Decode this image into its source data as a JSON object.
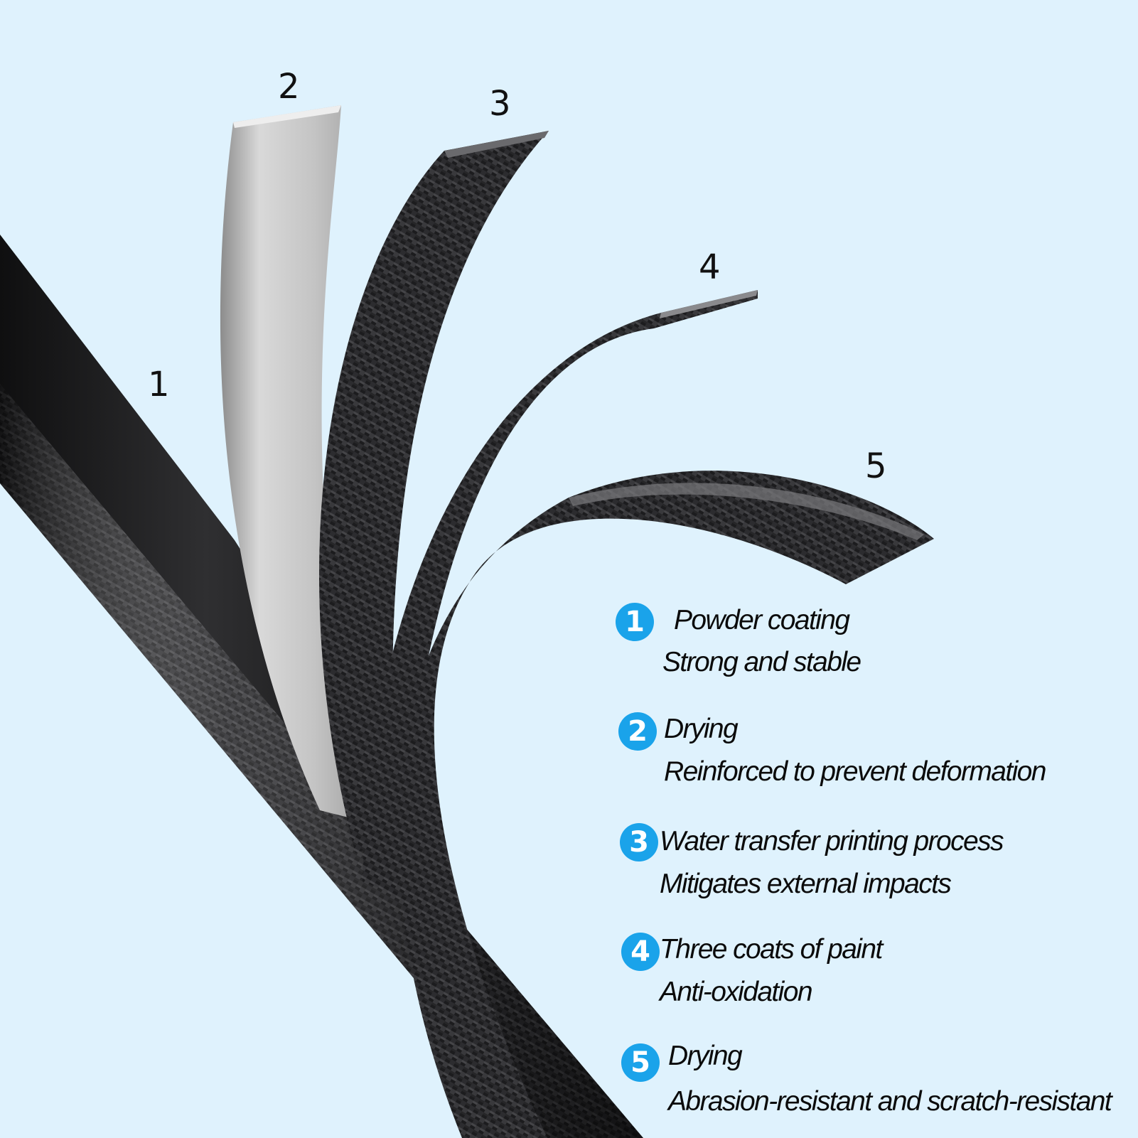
{
  "colors": {
    "background": "#dff2fd",
    "badge": "#1aa3ea",
    "carbon_dark": "#1b1b1d",
    "carbon_light": "#3a3a3d",
    "layer_2_silver": "#cfcfcf"
  },
  "layer_labels": [
    "1",
    "2",
    "3",
    "4",
    "5"
  ],
  "steps": [
    {
      "number": "1",
      "title": "Powder coating",
      "description": "Strong and stable"
    },
    {
      "number": "2",
      "title": "Drying",
      "description": "Reinforced to prevent deformation"
    },
    {
      "number": "3",
      "title": "Water transfer printing process",
      "description": "Mitigates external impacts"
    },
    {
      "number": "4",
      "title": "Three coats of paint",
      "description": "Anti-oxidation"
    },
    {
      "number": "5",
      "title": "Drying",
      "description": "Abrasion-resistant and scratch-resistant"
    }
  ]
}
